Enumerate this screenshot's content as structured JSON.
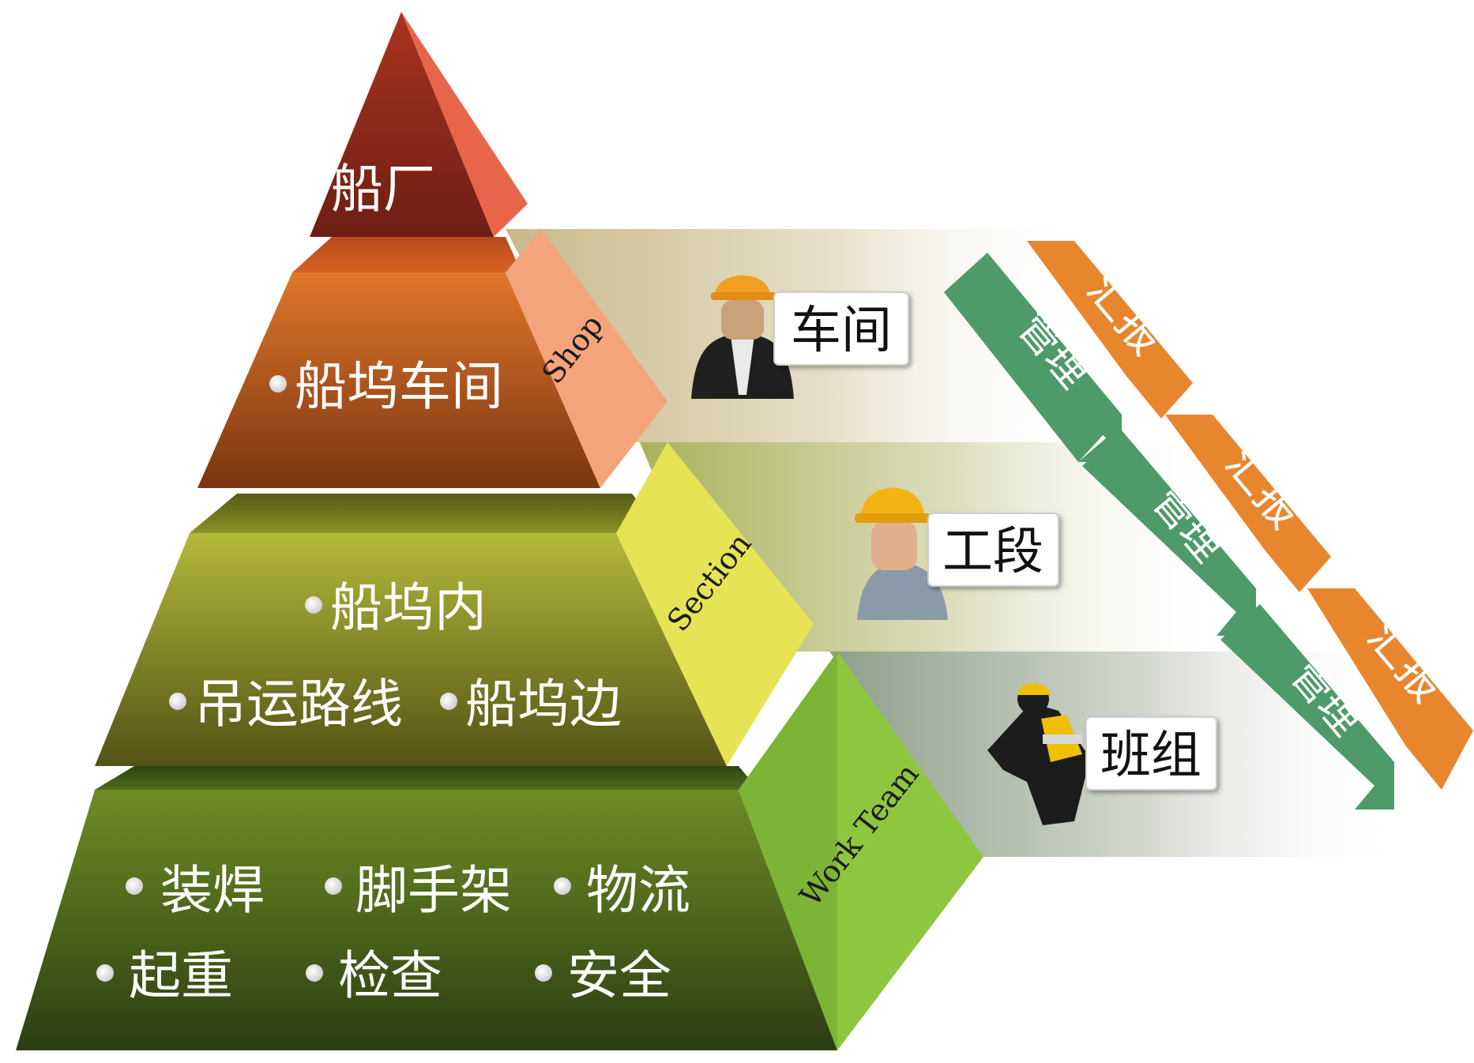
{
  "pyramid": {
    "top": {
      "label": "船厂"
    },
    "shop": {
      "side_label": "Shop",
      "items": [
        "船坞车间"
      ]
    },
    "section": {
      "side_label": "Section",
      "items": [
        "船坞内",
        "吊运路线",
        "船坞边"
      ]
    },
    "work_team": {
      "side_label": "Work Team",
      "items": [
        "装焊",
        "脚手架",
        "物流",
        "起重",
        "检查",
        "安全"
      ]
    }
  },
  "roles": {
    "shop_role": "车间",
    "section_role": "工段",
    "team_role": "班组"
  },
  "flows": {
    "manage": [
      "管理",
      "管理",
      "管理"
    ],
    "report": [
      "汇报",
      "汇报",
      "汇报"
    ]
  },
  "colors": {
    "top_front": "#8e2a1c",
    "top_side": "#e8654c",
    "shop_front": "#c8641e",
    "shop_side": "#f4a47a",
    "section_front": "#8f9a1e",
    "section_side": "#e6e455",
    "team_front": "#4a6a1e",
    "team_side": "#8ec63f",
    "manage_arrow": "#4e9a68",
    "report_arrow": "#e8862e"
  },
  "icons": [
    "manager-person-icon",
    "foreman-person-icon",
    "worker-crouching-icon"
  ]
}
